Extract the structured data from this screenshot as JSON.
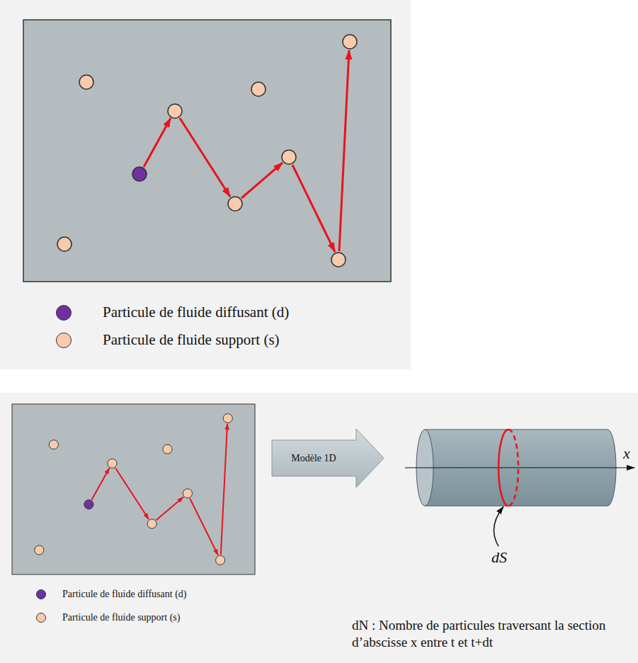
{
  "diagram": {
    "nodes": [
      {
        "text": [
          "Modèle 1D"
        ]
      }
    ],
    "labels": [
      "x",
      "dS",
      "dN : Nombre de particules traversant la section d’abscisse x entre t et t+dt"
    ],
    "legend": [
      {
        "text": "Particule de fluide diffusant (d)",
        "color": "#7030a0"
      },
      {
        "text": "Particule de fluide support (s)",
        "color": "#f8cbad"
      },
      {
        "text": "Particule de fluide diffusant (d)",
        "color": "#7030a0"
      },
      {
        "text": "Particule de fluide support (s)",
        "color": "#f8cbad"
      }
    ]
  }
}
